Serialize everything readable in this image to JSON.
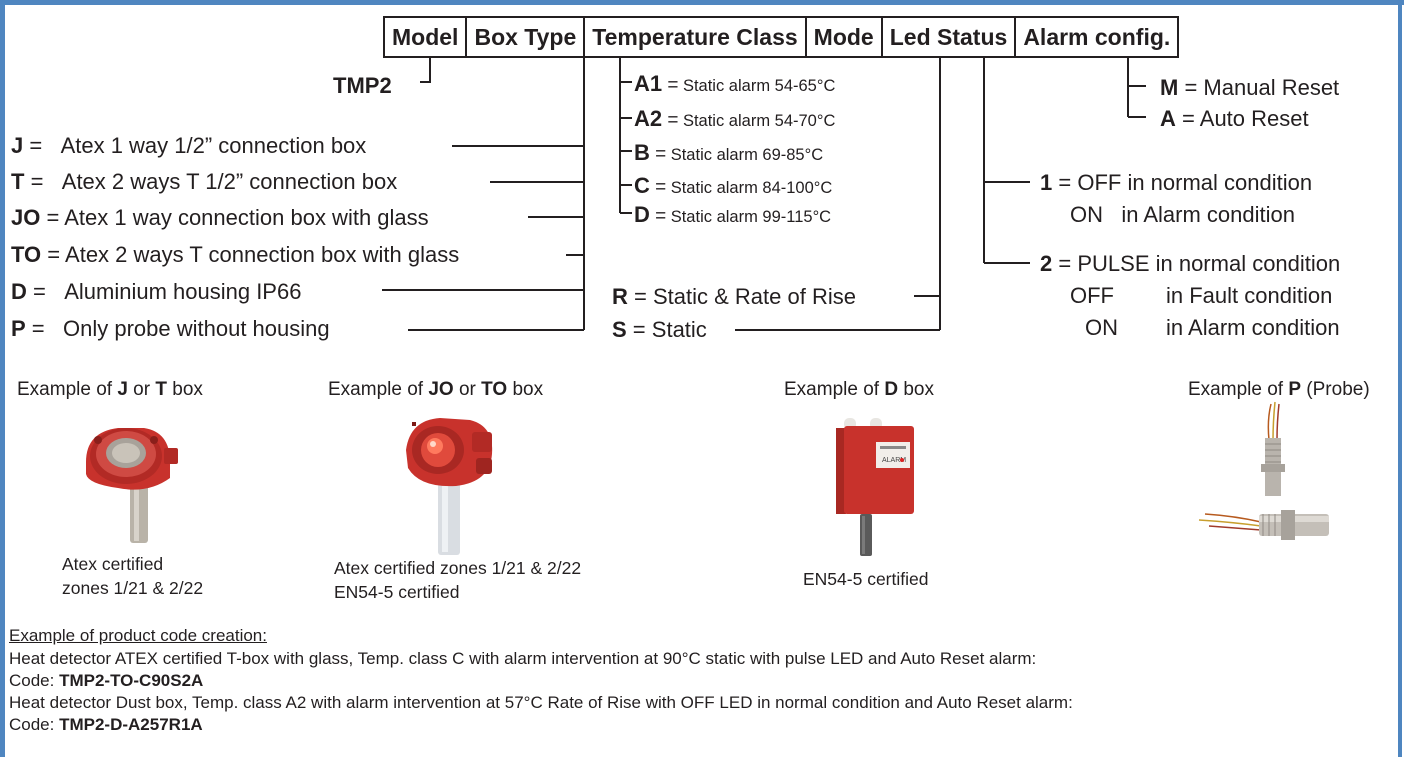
{
  "header": {
    "model": "Model",
    "box_type": "Box Type",
    "temperature_class": "Temperature Class",
    "mode": "Mode",
    "led_status": "Led Status",
    "alarm_config": "Alarm config."
  },
  "model_code": "TMP2",
  "box_types": [
    {
      "code": "J",
      "sep": " =",
      "desc": "Atex 1 way 1/2” connection box"
    },
    {
      "code": "T",
      "sep": " =",
      "desc": "Atex 2 ways T 1/2” connection box"
    },
    {
      "code": "JO",
      "sep": " =",
      "desc": "Atex 1 way connection box with glass"
    },
    {
      "code": "TO",
      "sep": " =",
      "desc": "Atex 2 ways T connection box with glass"
    },
    {
      "code": "D",
      "sep": " =",
      "desc": "Aluminium housing IP66"
    },
    {
      "code": "P",
      "sep": " =",
      "desc": "Only probe without housing"
    }
  ],
  "temperature_classes": [
    {
      "code": "A1",
      "sep": " =",
      "desc": "Static alarm 54-65°C"
    },
    {
      "code": "A2",
      "sep": " =",
      "desc": "Static alarm 54-70°C"
    },
    {
      "code": "B",
      "sep": " =",
      "desc": "Static alarm 69-85°C"
    },
    {
      "code": "C",
      "sep": " =",
      "desc": "Static alarm 84-100°C"
    },
    {
      "code": "D",
      "sep": " =",
      "desc": "Static alarm 99-115°C"
    }
  ],
  "modes": [
    {
      "code": "R",
      "sep": " =",
      "desc": "Static & Rate of Rise"
    },
    {
      "code": "S",
      "sep": " =",
      "desc": "Static"
    }
  ],
  "alarm_configs": [
    {
      "code": "M",
      "sep": " =",
      "desc": "Manual Reset"
    },
    {
      "code": "A",
      "sep": " =",
      "desc": "Auto Reset"
    }
  ],
  "led_status": {
    "opt1": {
      "code": "1",
      "sep": " =",
      "line1": "OFF in normal condition",
      "line2": "ON   in Alarm condition"
    },
    "opt2": {
      "code": "2",
      "sep": " =",
      "line1": "PULSE in normal condition",
      "line2_a": "OFF",
      "line2_b": "in Fault condition",
      "line3_a": "ON",
      "line3_b": "in Alarm condition"
    }
  },
  "examples": [
    {
      "pre": "Example of ",
      "code1": "J",
      "mid": " or ",
      "code2": "T",
      "post": " box",
      "cap1": "Atex certified",
      "cap2": "zones 1/21 & 2/22"
    },
    {
      "pre": "Example of ",
      "code1": "JO",
      "mid": " or ",
      "code2": "TO",
      "post": " box",
      "cap1": "Atex certified zones 1/21 & 2/22",
      "cap2": "EN54-5 certified"
    },
    {
      "pre": "Example of ",
      "code1": "D",
      "post": " box",
      "cap1": "EN54-5 certified"
    },
    {
      "pre": "Example of ",
      "code1": "P",
      "post": " (Probe)"
    }
  ],
  "photo_labels": {
    "alarm_box_label": "ALARM"
  },
  "code_creation": {
    "title": "Example of product code creation:",
    "example1": "Heat detector ATEX certified T-box with glass, Temp. class C with alarm intervention at 90°C static with pulse LED and Auto Reset alarm:",
    "code_label": "Code: ",
    "code1": "TMP2-TO-C90S2A",
    "example2": "Heat detector Dust box, Temp. class A2 with alarm intervention at 57°C Rate of Rise with OFF LED in normal condition and Auto Reset alarm:",
    "code2": "TMP2-D-A257R1A"
  },
  "colors": {
    "frame": "#4f86c0",
    "text": "#231f20",
    "device_red": "#c8322c"
  }
}
